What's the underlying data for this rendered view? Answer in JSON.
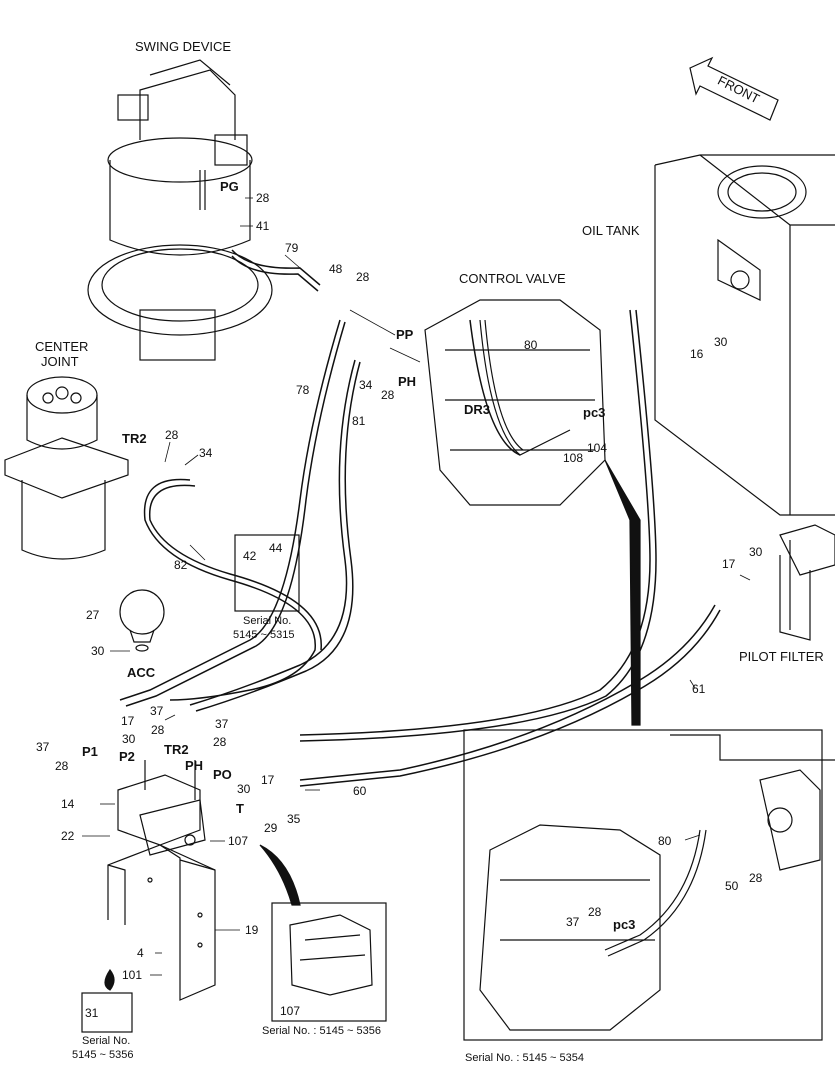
{
  "titles": {
    "swing_device": "SWING DEVICE",
    "center_joint_1": "CENTER",
    "center_joint_2": "JOINT",
    "control_valve": "CONTROL VALVE",
    "oil_tank": "OIL TANK",
    "pilot_filter": "PILOT FILTER",
    "front": "FRONT"
  },
  "ports": {
    "pg": "PG",
    "pp": "PP",
    "ph": "PH",
    "dr3": "DR3",
    "pc3": "pc3",
    "tr2_cj": "TR2",
    "acc": "ACC",
    "p1": "P1",
    "p2": "P2",
    "tr2": "TR2",
    "ph2": "PH",
    "po": "PO",
    "t": "T",
    "pc3_b": "pc3"
  },
  "parts": {
    "n28a": "28",
    "n41": "41",
    "n79": "79",
    "n48": "48",
    "n28b": "28",
    "n80": "80",
    "n34a": "34",
    "n28c": "28",
    "n78": "78",
    "n81": "81",
    "n104": "104",
    "n108": "108",
    "n16": "16",
    "n30a": "30",
    "n28d": "28",
    "n34b": "34",
    "n82": "82",
    "n42": "42",
    "n44": "44",
    "n27": "27",
    "n30b": "30",
    "n17a": "17",
    "n30c": "30",
    "n37a": "37",
    "n28e": "28",
    "n37b": "37",
    "n37c": "37",
    "n28f": "28",
    "n28g": "28",
    "n30d": "30",
    "n17b": "17",
    "n14": "14",
    "n22": "22",
    "n29": "29",
    "n35": "35",
    "n107a": "107",
    "n60": "60",
    "n61": "61",
    "n17c": "17",
    "n30e": "30",
    "n19": "19",
    "n4": "4",
    "n101": "101",
    "n31": "31",
    "n107b": "107",
    "n80b": "80",
    "n50": "50",
    "n28h": "28",
    "n37d": "37",
    "n28i": "28"
  },
  "serials": {
    "clamp_1": "Serial No.",
    "clamp_2": "5145 ~ 5315",
    "bolt_1": "Serial No.",
    "bolt_2": "5145 ~ 5356",
    "valve": "Serial No. : 5145 ~ 5356",
    "inset": "Serial No. : 5145 ~ 5354"
  }
}
